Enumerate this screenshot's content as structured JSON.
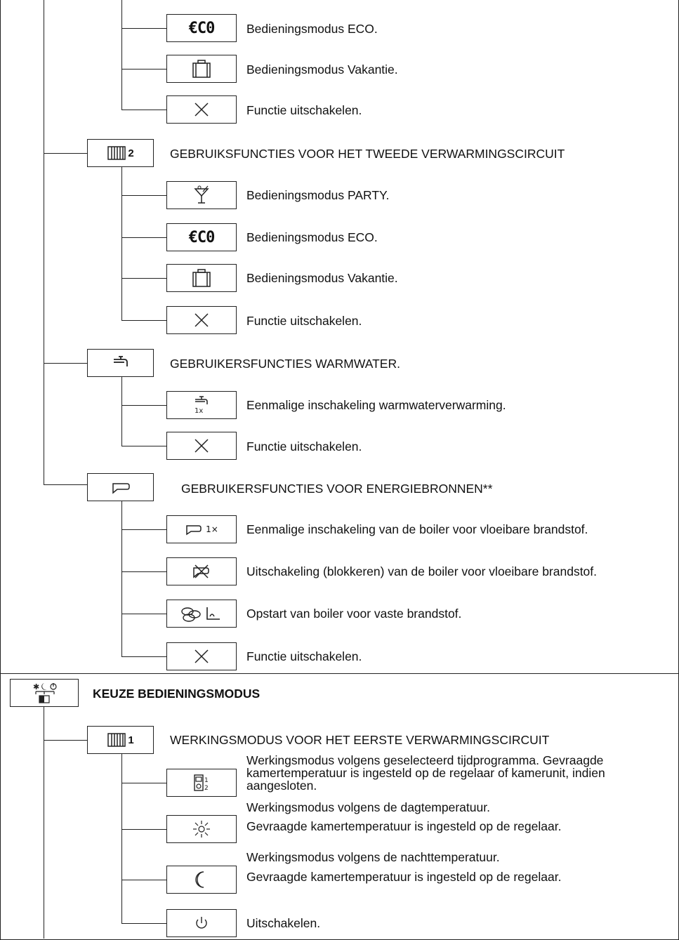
{
  "upper_section": {
    "circuit1_items": [
      {
        "icon": "eco-icon",
        "icon_text": "€C0",
        "label": "Bedieningsmodus ECO."
      },
      {
        "icon": "suitcase-icon",
        "label": "Bedieningsmodus Vakantie."
      },
      {
        "icon": "cross-icon",
        "label": "Functie uitschakelen."
      }
    ],
    "circuit2": {
      "icon": "radiator-icon",
      "badge": "2",
      "title": "GEBRUIKSFUNCTIES VOOR HET TWEEDE VERWARMINGSCIRCUIT",
      "items": [
        {
          "icon": "cocktail-icon",
          "label": "Bedieningsmodus PARTY."
        },
        {
          "icon": "eco-icon",
          "icon_text": "€C0",
          "label": "Bedieningsmodus ECO."
        },
        {
          "icon": "suitcase-icon",
          "label": "Bedieningsmodus Vakantie."
        },
        {
          "icon": "cross-icon",
          "label": "Functie uitschakelen."
        }
      ]
    },
    "warm_water": {
      "icon": "tap-icon",
      "title": "GEBRUIKERSFUNCTIES WARMWATER.",
      "items": [
        {
          "icon": "tap-once-icon",
          "icon_text": "1x",
          "label": "Eenmalige inschakeling warmwaterverwarming."
        },
        {
          "icon": "cross-icon",
          "label": "Functie uitschakelen."
        }
      ]
    },
    "energy": {
      "icon": "boiler-icon",
      "title": "GEBRUIKERSFUNCTIES VOOR ENERGIEBRONNEN**",
      "items": [
        {
          "icon": "boiler-once-icon",
          "icon_text": "1×",
          "label": "Eenmalige inschakeling van de boiler voor vloeibare brandstof."
        },
        {
          "icon": "boiler-blocked-icon",
          "label": "Uitschakeling (blokkeren) van de boiler voor vloeibare brandstof."
        },
        {
          "icon": "solid-fuel-boiler-icon",
          "label": "Opstart van boiler voor vaste brandstof."
        },
        {
          "icon": "cross-icon",
          "label": "Functie uitschakelen."
        }
      ]
    }
  },
  "lower_section": {
    "icon": "mode-select-icon",
    "title": "KEUZE BEDIENINGSMODUS",
    "circuit1": {
      "icon": "radiator-icon",
      "badge": "1",
      "title": "WERKINGSMODUS VOOR HET EERSTE VERWARMINGSCIRCUIT",
      "items": [
        {
          "icon": "time-program-icon",
          "icon_text": "1\n2",
          "label": " Werkingsmodus volgens geselecteerd tijdprogramma. Gevraagde kamertemperatuur is ingesteld op de regelaar of kamerunit, indien aangesloten."
        },
        {
          "icon": "sun-icon",
          "label_1": "Werkingsmodus volgens de dagtemperatuur.",
          "label_2": "Gevraagde kamertemperatuur is ingesteld op de regelaar."
        },
        {
          "icon": "moon-icon",
          "label_1": "Werkingsmodus volgens de nachttemperatuur.",
          "label_2": "Gevraagde kamertemperatuur is ingesteld op de regelaar."
        },
        {
          "icon": "power-icon",
          "label": "Uitschakelen."
        }
      ]
    }
  }
}
